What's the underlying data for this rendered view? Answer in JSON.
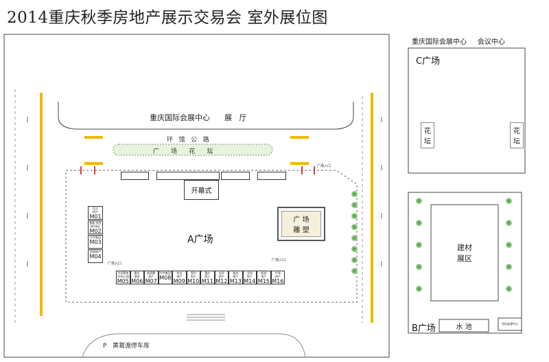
{
  "title": "2014重庆秋季房地产展示交易会 室外展位图",
  "hall_label": "重庆国际会展中心      展   厅",
  "ring_road": "环   馆   公   路",
  "plaza_flower_bed": "广      场      花      坛",
  "opening_ceremony": "开幕式",
  "plaza_a": "A广场",
  "sculpture": [
    "广  场",
    "雕  塑"
  ],
  "booths_vertical": [
    {
      "id": "M01",
      "small": [
        "恒大",
        "地产"
      ]
    },
    {
      "id": "M02",
      "small": [
        "鲁能·领秀",
        "城1街区"
      ]
    },
    {
      "id": "M03",
      "small": [
        "华宇集团"
      ]
    },
    {
      "id": "M04",
      "small": [
        "招商地产"
      ]
    }
  ],
  "booths_row": [
    {
      "id": "M05",
      "small": [
        "华润置地",
        "·中央公园"
      ]
    },
    {
      "id": "M06",
      "small": [
        "重庆",
        "旅投"
      ]
    },
    {
      "id": "M07",
      "small": [
        "新鸥鹏",
        "地产"
      ]
    },
    {
      "id": "M08",
      "small": [
        "华宇集团"
      ]
    },
    {
      "id": "M09",
      "small": [
        "协信",
        "地产"
      ]
    },
    {
      "id": "M10",
      "small": [
        "保利",
        "地产"
      ]
    },
    {
      "id": "M11",
      "small": [
        "重庆",
        "两江"
      ]
    },
    {
      "id": "M12",
      "small": [
        "金科",
        "地产"
      ]
    },
    {
      "id": "M13",
      "small": [
        "融创",
        "地产"
      ]
    },
    {
      "id": "M14",
      "small": [
        "龙湖",
        "地产"
      ]
    },
    {
      "id": "M15",
      "small": [
        "新城",
        "地产"
      ]
    },
    {
      "id": "M16",
      "small": [
        "中海",
        "地产"
      ]
    }
  ],
  "small_labels": {
    "left_side": "广场入口",
    "right_side": "广场入口",
    "corner": "广场入口"
  },
  "parking": "P   黄葛渡停车库",
  "plaza_c_header": "重庆国际会展中心     会议中心",
  "plaza_c": "C广场",
  "flower_bed": [
    "花",
    "坛"
  ],
  "plaza_b": "B广场",
  "building_materials": [
    "建材",
    "展区"
  ],
  "water_pool": "水 池",
  "small_box": "世纪金源中心"
}
